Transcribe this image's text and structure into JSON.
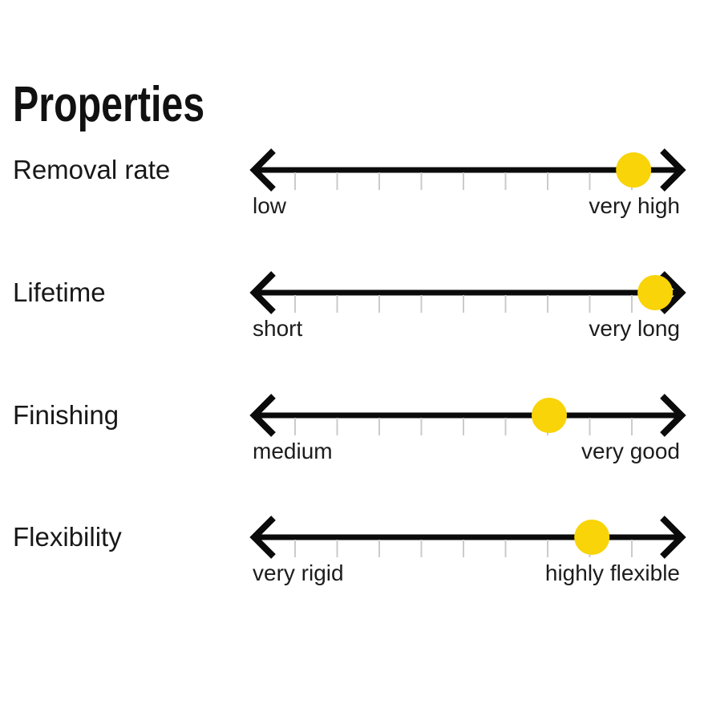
{
  "chart_data": {
    "type": "scatter",
    "title": "Properties",
    "orientation": "horizontal",
    "x_range": [
      0,
      1
    ],
    "grid": false,
    "tick_count_per_scale": 9,
    "marker_color": "#f8d408",
    "axis_color": "#0b0b0b",
    "tick_color": "#cbcbcb",
    "rows": [
      {
        "category": "Removal rate",
        "min_label": "low",
        "max_label": "very high",
        "value_fraction": 0.885
      },
      {
        "category": "Lifetime",
        "min_label": "short",
        "max_label": "very long",
        "value_fraction": 0.935
      },
      {
        "category": "Finishing",
        "min_label": "medium",
        "max_label": "very good",
        "value_fraction": 0.689
      },
      {
        "category": "Flexibility",
        "min_label": "very rigid",
        "max_label": "highly flexible",
        "value_fraction": 0.788
      }
    ]
  }
}
